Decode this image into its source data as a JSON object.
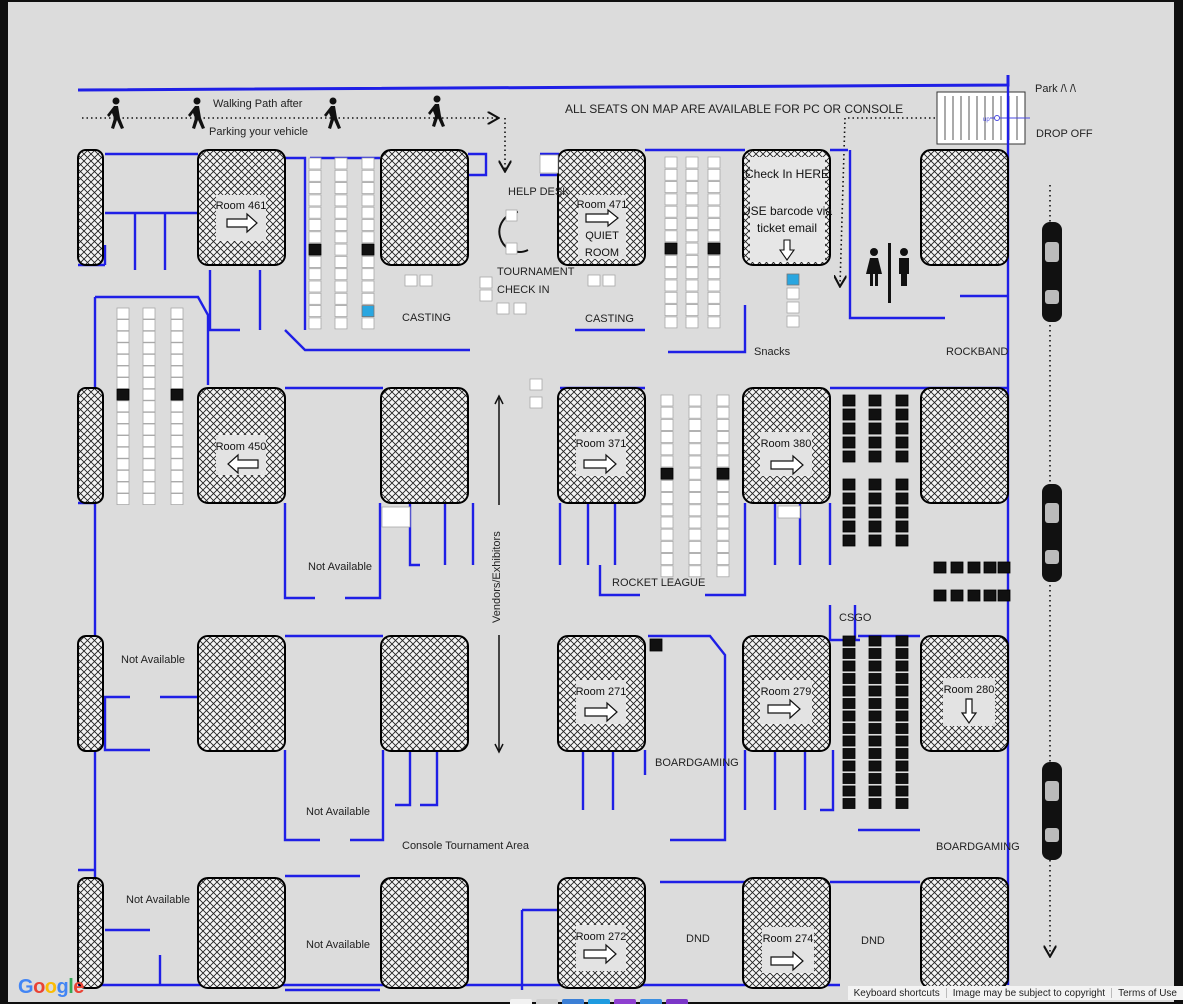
{
  "map": {
    "header_note": "ALL SEATS ON MAP ARE AVAILABLE FOR PC OR CONSOLE",
    "walking_path_line1": "Walking Path after",
    "walking_path_line2": "Parking your vehicle",
    "park_label": "Park /\\ /\\",
    "drop_off_label": "DROP OFF",
    "stairs_label": "up",
    "help_desk": "HELP DESK",
    "tournament_line1": "TOURNAMENT",
    "tournament_line2": "CHECK IN",
    "check_in_line1": "Check In HERE",
    "check_in_line2": "USE barcode via",
    "check_in_line3": "ticket email",
    "casting_left": "CASTING",
    "casting_right": "CASTING",
    "snacks": "Snacks",
    "rockband": "ROCKBAND",
    "vendors": "Vendors/Exhibitors",
    "rocket_league": "ROCKET LEAGUE",
    "csgo": "CSGO",
    "boardgaming_center": "BOARDGAMING",
    "boardgaming_right": "BOARDGAMING",
    "console_area": "Console Tournament Area",
    "dnd_1": "DND",
    "dnd_2": "DND",
    "not_available_1": "Not Available",
    "not_available_2": "Not Available",
    "not_available_3": "Not Available",
    "not_available_4": "Not Available",
    "not_available_5": "Not Available",
    "rooms": {
      "r461": "Room 461",
      "r471_line1": "Room 471",
      "r471_line2": "QUIET",
      "r471_line3": "ROOM",
      "r450": "Room 450",
      "r371": "Room 371",
      "r380": "Room 380",
      "r271": "Room 271",
      "r279": "Room 279",
      "r280": "Room 280",
      "r272": "Room 272",
      "r274": "Room 274"
    }
  },
  "footer": {
    "google_letters": [
      "G",
      "o",
      "o",
      "g",
      "l",
      "e"
    ],
    "google_colors": [
      "#4285f4",
      "#ea4335",
      "#fbbc05",
      "#4285f4",
      "#34a853",
      "#ea4335"
    ],
    "keyboard_shortcuts": "Keyboard shortcuts",
    "copyright": "Image may be subject to copyright",
    "terms": "Terms of Use"
  },
  "colors": {
    "walls": "#1f1fe6",
    "background": "#dcdcdc",
    "seat_selected": "#29a6e0"
  },
  "thumb_colors": [
    "#f2f2f2",
    "#cfcfcf",
    "#3b7fd6",
    "#1e9be0",
    "#8e3fd0",
    "#3b8fe0",
    "#7b36c8"
  ]
}
